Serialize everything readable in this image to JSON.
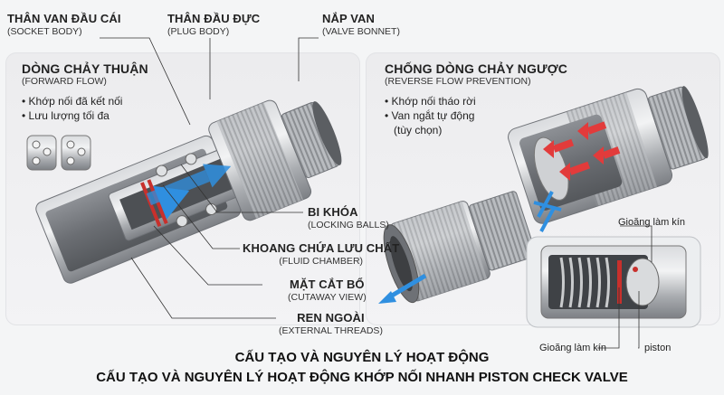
{
  "labels": {
    "socket_body": {
      "vi": "THÂN VAN ĐẦU CÁI",
      "en": "(SOCKET BODY)"
    },
    "plug_body": {
      "vi": "THÂN ĐẦU ĐỰC",
      "en": "(PLUG BODY)"
    },
    "valve_bonnet": {
      "vi": "NẮP VAN",
      "en": "(VALVE BONNET)"
    },
    "locking_balls": {
      "vi": "BI KHÓA",
      "en": "(LOCKING BALLS)"
    },
    "fluid_chamber": {
      "vi": "KHOANG CHỨA LƯU CHẤT",
      "en": "(FLUID CHAMBER)"
    },
    "cutaway_view": {
      "vi": "MẶT CẮT BỔ",
      "en": "(CUTAWAY VIEW)"
    },
    "external_threads": {
      "vi": "REN NGOÀI",
      "en": "(EXTERNAL THREADS)"
    }
  },
  "forward_flow": {
    "title": "DÒNG CHẢY THUẬN",
    "subtitle": "(FORWARD FLOW)",
    "bullets": [
      "• Khớp nối đã kết nối",
      "• Lưu lượng tối đa"
    ]
  },
  "reverse_flow": {
    "title": "CHỐNG DÒNG CHẢY NGƯỢC",
    "subtitle": "(REVERSE FLOW PREVENTION)",
    "bullets": [
      "• Khớp nối tháo rời",
      "• Van ngắt tự động",
      "(tùy chọn)"
    ]
  },
  "detail": {
    "seal_top": "Gioăng làm kín",
    "seal_bottom": "Gioăng làm kín",
    "piston": "piston"
  },
  "titles": {
    "line1": "CẤU TẠO VÀ NGUYÊN LÝ HOẠT ĐỘNG",
    "line2": "CẤU TẠO VÀ NGUYÊN LÝ HOẠT ĐỘNG KHỚP NỐI NHANH PISTON CHECK VALVE"
  },
  "colors": {
    "flow_blue": "#2f8fe0",
    "reverse_red": "#e23b3b",
    "steel": "#b9bcc0",
    "seal_red": "#c8302c"
  }
}
